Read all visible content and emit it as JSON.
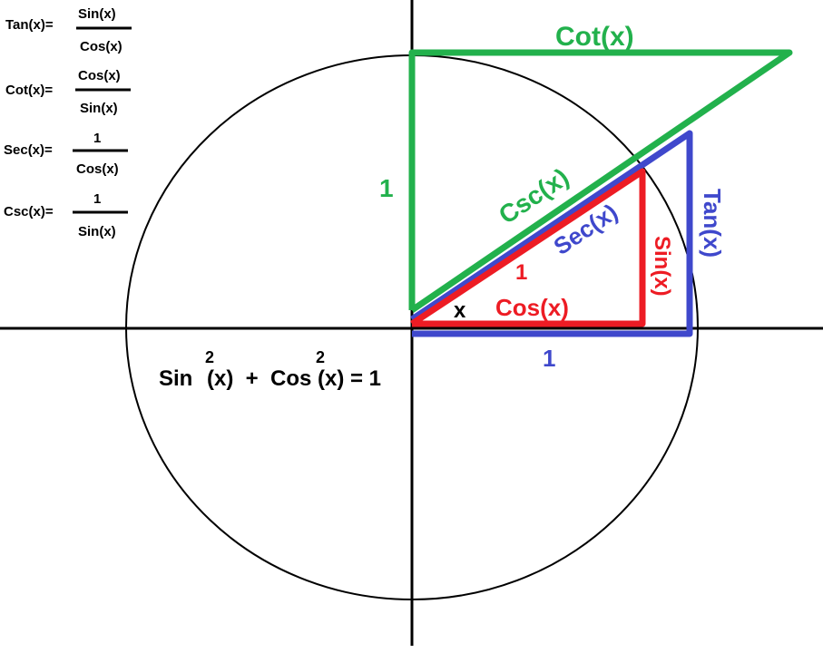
{
  "colors": {
    "green": "#22b14c",
    "blue": "#3f48cc",
    "red": "#ed1c24",
    "black": "#000000"
  },
  "formulas": [
    {
      "lhs": "Tan(x)=",
      "num": "Sin(x)",
      "den": "Cos(x)"
    },
    {
      "lhs": "Cot(x)=",
      "num": "Cos(x)",
      "den": "Sin(x)"
    },
    {
      "lhs": "Sec(x)=",
      "num": "1",
      "den": "Cos(x)"
    },
    {
      "lhs": "Csc(x)=",
      "num": "1",
      "den": "Sin(x)"
    }
  ],
  "labels": {
    "cot": "Cot(x)",
    "one_green": "1",
    "csc": "Csc(x)",
    "sec": "Sec(x)",
    "tan": "Tan(x)",
    "sin": "Sin(x)",
    "one_red": "1",
    "cos": "Cos(x)",
    "angle": "x",
    "one_blue": "1"
  },
  "identity": {
    "sin": "Sin",
    "exp1": "2",
    "part1": "(x)  +  Cos",
    "exp2": "2",
    "part2": "(x) = 1"
  }
}
